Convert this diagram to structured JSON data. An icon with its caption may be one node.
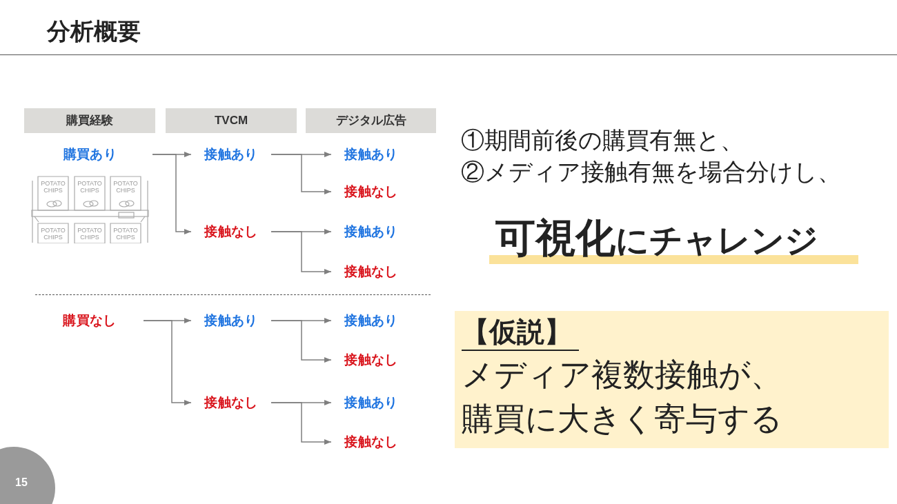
{
  "diagram": {
    "title": "分析概要",
    "nodes": [
      {
        "text": [
          "購買経験"
        ]
      },
      {
        "text": [
          "TVCM"
        ]
      },
      {
        "text": [
          "デジタル広告"
        ]
      },
      {
        "text": [
          "購買あり"
        ]
      },
      {
        "text": [
          "接触あり"
        ]
      },
      {
        "text": [
          "接触なし"
        ]
      },
      {
        "text": [
          "接触あり"
        ]
      },
      {
        "text": [
          "接触なし"
        ]
      },
      {
        "text": [
          "接触あり"
        ]
      },
      {
        "text": [
          "接触なし"
        ]
      },
      {
        "text": [
          "購買なし"
        ]
      },
      {
        "text": [
          "接触あり"
        ]
      },
      {
        "text": [
          "接触なし"
        ]
      },
      {
        "text": [
          "接触あり"
        ]
      },
      {
        "text": [
          "接触なし"
        ]
      },
      {
        "text": [
          "接触あり"
        ]
      },
      {
        "text": [
          "接触なし"
        ]
      },
      {
        "text": [
          "【仮説】",
          "メディア複数接触が、購買に大きく寄与する"
        ]
      },
      {
        "text": [
          "15"
        ]
      }
    ],
    "edges": [
      {
        "from": 3,
        "to": 4,
        "arrow": "to"
      },
      {
        "from": 3,
        "to": 5,
        "arrow": "to"
      },
      {
        "from": 4,
        "to": 6,
        "arrow": "to"
      },
      {
        "from": 4,
        "to": 7,
        "arrow": "to"
      },
      {
        "from": 5,
        "to": 8,
        "arrow": "to"
      },
      {
        "from": 5,
        "to": 9,
        "arrow": "to"
      },
      {
        "from": 10,
        "to": 11,
        "arrow": "to"
      },
      {
        "from": 10,
        "to": 12,
        "arrow": "to"
      },
      {
        "from": 11,
        "to": 13,
        "arrow": "to"
      },
      {
        "from": 11,
        "to": 14,
        "arrow": "to"
      },
      {
        "from": 12,
        "to": 15,
        "arrow": "to"
      },
      {
        "from": 12,
        "to": 16,
        "arrow": "to"
      }
    ],
    "labels": [
      "①期間前後の購買有無と、",
      "②メディア接触有無を場合分けし、",
      "可視化",
      "にチャレンジ",
      "POTATO CHIPS",
      "POTATO CHIPS",
      "POTATO CHIPS",
      "POTATO CHIPS",
      "POTATO CHIPS",
      "POTATO CHIPS"
    ]
  }
}
